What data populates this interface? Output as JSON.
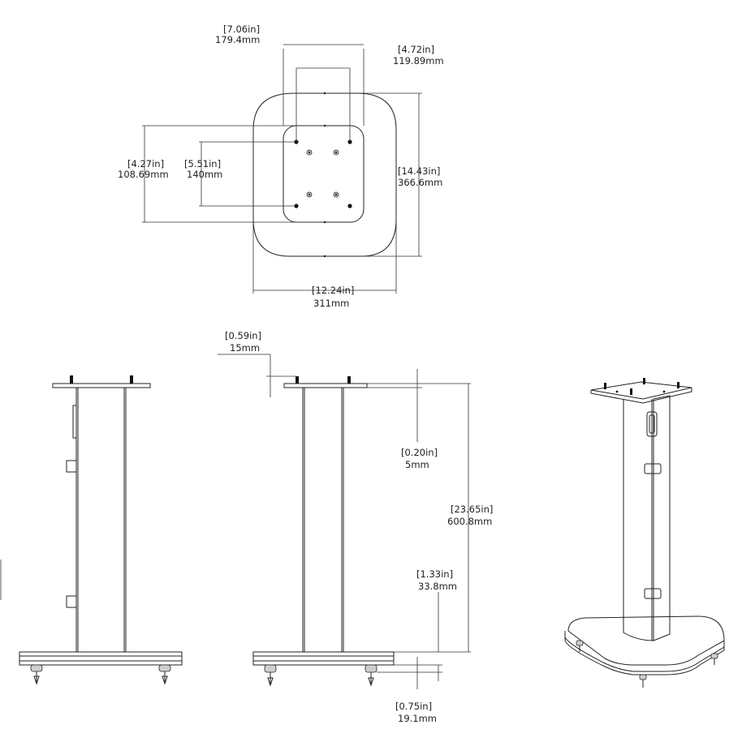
{
  "dimensions": {
    "top_outer_width": {
      "in": "[7.06in]",
      "mm": "179.4mm"
    },
    "top_hole_width": {
      "in": "[4.72in]",
      "mm": "119.89mm"
    },
    "top_outer_height": {
      "in": "[4.27in]",
      "mm": "108.69mm"
    },
    "top_hole_height": {
      "in": "[5.51in]",
      "mm": "140mm"
    },
    "base_depth": {
      "in": "[14.43in]",
      "mm": "366.6mm"
    },
    "base_width": {
      "in": "[12.24in]",
      "mm": "311mm"
    },
    "plate_offset": {
      "in": "[0.59in]",
      "mm": "15mm"
    },
    "plate_thickness": {
      "in": "[0.20in]",
      "mm": "5mm"
    },
    "total_height": {
      "in": "[23.65in]",
      "mm": "600.8mm"
    },
    "base_thickness": {
      "in": "[1.33in]",
      "mm": "33.8mm"
    },
    "foot_height": {
      "in": "[0.75in]",
      "mm": "19.1mm"
    }
  }
}
